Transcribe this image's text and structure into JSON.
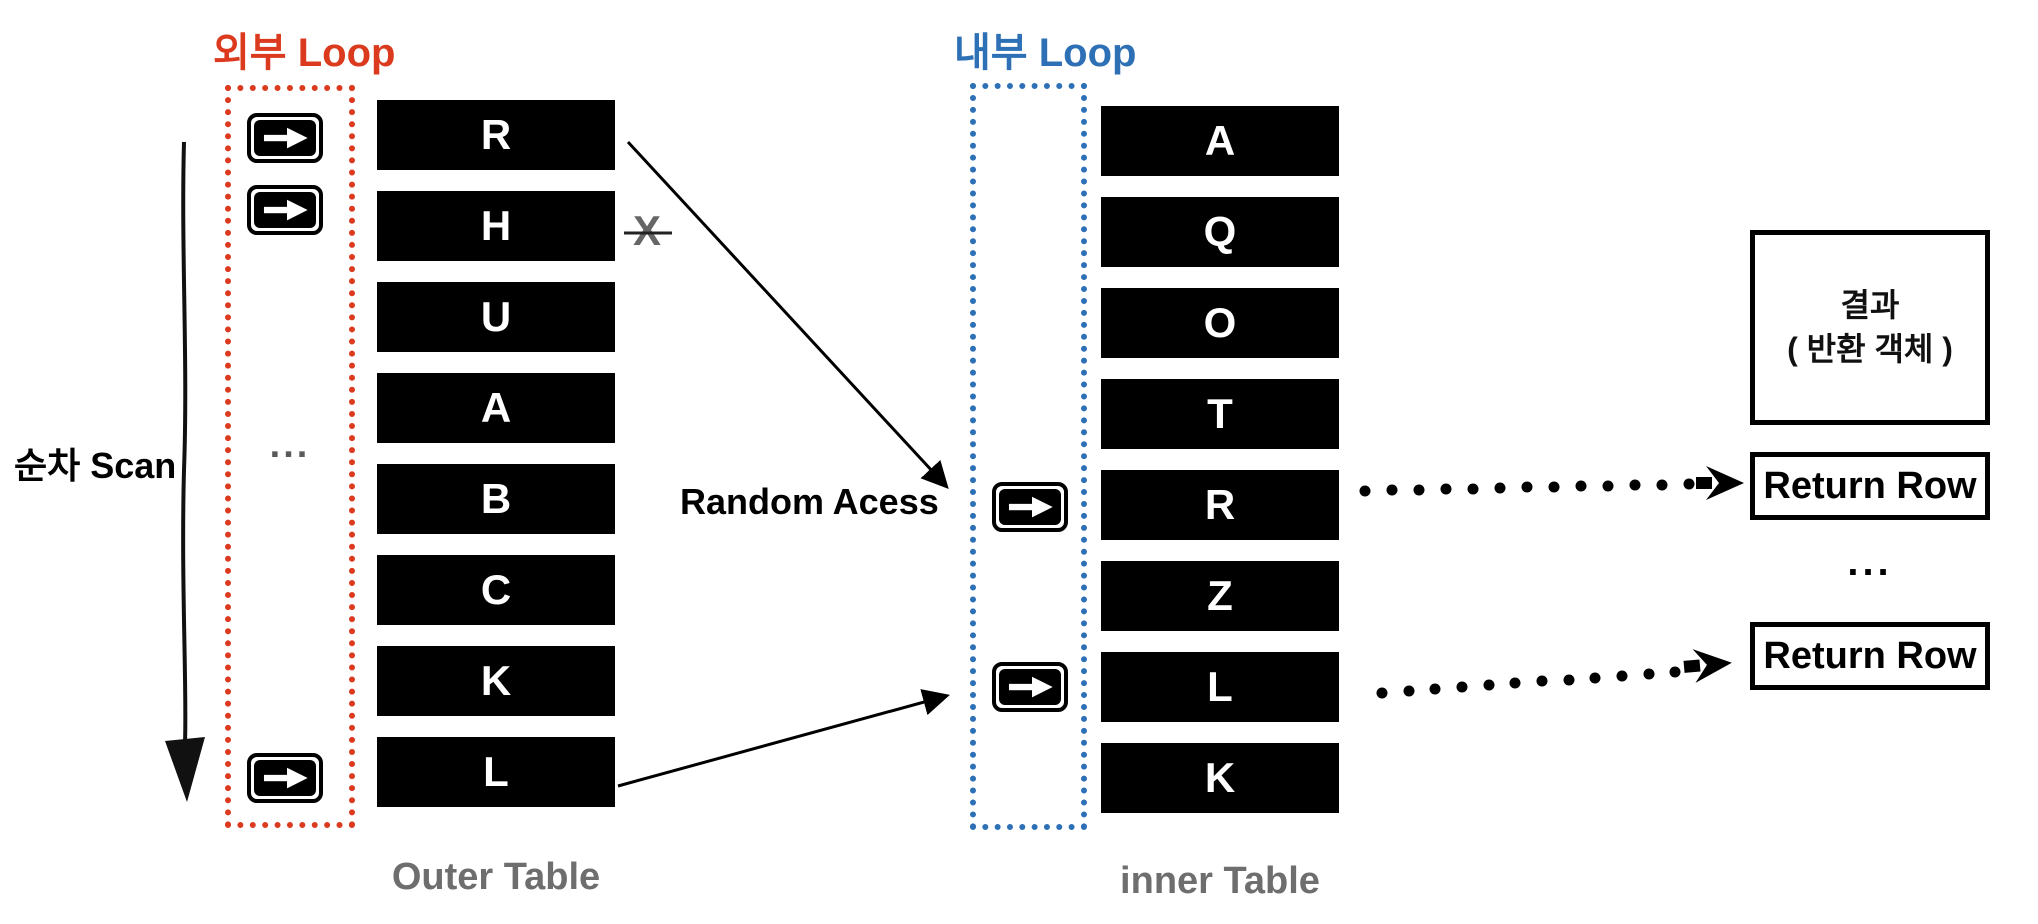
{
  "colors": {
    "outer_loop_red": "#DB3A1E",
    "inner_loop_blue": "#2D70B5",
    "caption_gray": "#6E6E6E",
    "x_mark_gray": "#666666",
    "row_bg": "#000000",
    "row_text": "#FFFFFF"
  },
  "outer": {
    "loop_label": "외부 Loop",
    "scan_label": "순차 Scan",
    "ellipsis": "...",
    "rows": [
      "R",
      "H",
      "U",
      "A",
      "B",
      "C",
      "K",
      "L"
    ],
    "caption": "Outer Table"
  },
  "inner": {
    "loop_label": "내부 Loop",
    "rows": [
      "A",
      "Q",
      "O",
      "T",
      "R",
      "Z",
      "L",
      "K"
    ],
    "caption": "inner Table"
  },
  "middle": {
    "random_access_label": "Random Acess",
    "x_mark": "X"
  },
  "result": {
    "box_line1": "결과",
    "box_line2": "( 반환 객체 )",
    "return_row_1": "Return Row",
    "ellipsis": "...",
    "return_row_2": "Return Row"
  }
}
